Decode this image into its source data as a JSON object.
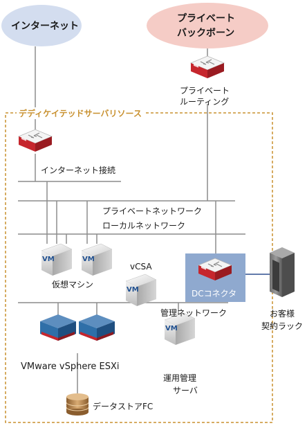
{
  "clouds": {
    "internet": "インターネット",
    "private_backbone_line1": "プライベート",
    "private_backbone_line2": "バックボーン"
  },
  "labels": {
    "private_routing_line1": "プライベート",
    "private_routing_line2": "ルーティング",
    "dedicated_resource": "デディケイテッドサーバリソース",
    "internet_connection": "インターネット接続",
    "private_network": "プライベートネットワーク",
    "local_network": "ローカルネットワーク",
    "virtual_machine": "仮想マシン",
    "vcsa": "vCSA",
    "dc_connector": "DCコネクタ",
    "customer_rack_line1": "お客様",
    "customer_rack_line2": "契約ラック",
    "management_network": "管理ネットワーク",
    "esxi": "VMware vSphere ESXi",
    "ops_server_line1": "運用管理",
    "ops_server_line2": "サーバ",
    "datastore": "データストアFC",
    "vm_badge": "VM"
  },
  "colors": {
    "internet_cloud": "#d3ddef",
    "backbone_cloud": "#f5ccc6",
    "dashed_border": "#c8902e",
    "dedicated_title": "#c8902e",
    "dc_connector_box": "#8fa9cf",
    "router_red": "#c6262d",
    "line_gray": "#8c8c8c",
    "esxi_blue": "#2f6fa8",
    "datastore_tan": "#b88a52"
  }
}
